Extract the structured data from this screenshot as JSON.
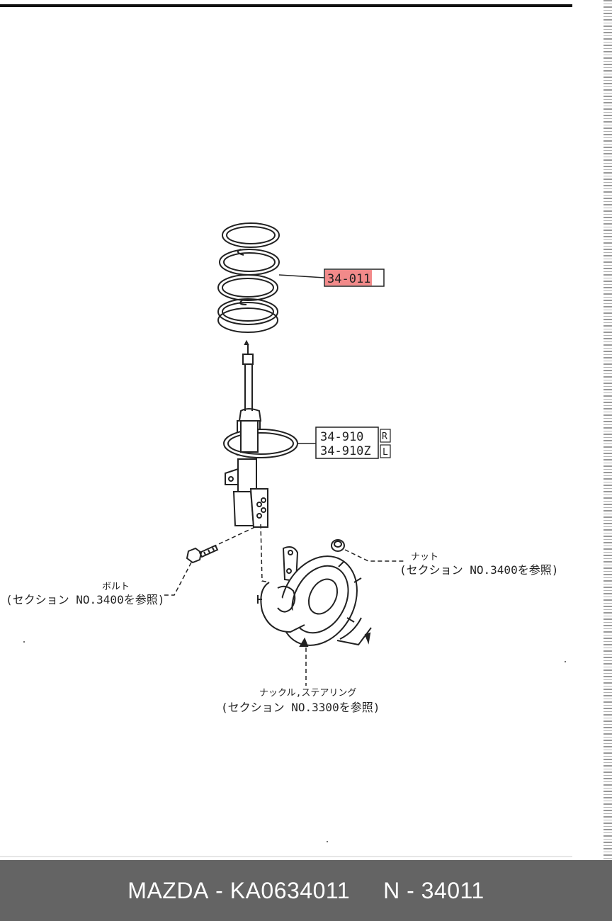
{
  "callouts": {
    "spring_part": "34-011",
    "strut_part_r": "34-910",
    "strut_part_l": "34-910Z",
    "strut_side_r": "R",
    "strut_side_l": "L"
  },
  "notes": {
    "bolt_name": "ボルト",
    "bolt_ref": "(セクション NO.3400を参照)",
    "nut_name": "ナット",
    "nut_ref": "(セクション NO.3400を参照)",
    "knuckle_name": "ナックル,ステアリング",
    "knuckle_ref": "(セクション NO.3300を参照)"
  },
  "footer": {
    "brand": "MAZDA",
    "separator_1": " - ",
    "part_number": "KA0634011",
    "gap": "     ",
    "ref_prefix": "N",
    "separator_2": " - ",
    "ref_number": "34011"
  },
  "colors": {
    "highlight": "#f28a8a",
    "footer_bg": "#646464",
    "footer_text": "#ffffff",
    "line_art": "#222222"
  }
}
